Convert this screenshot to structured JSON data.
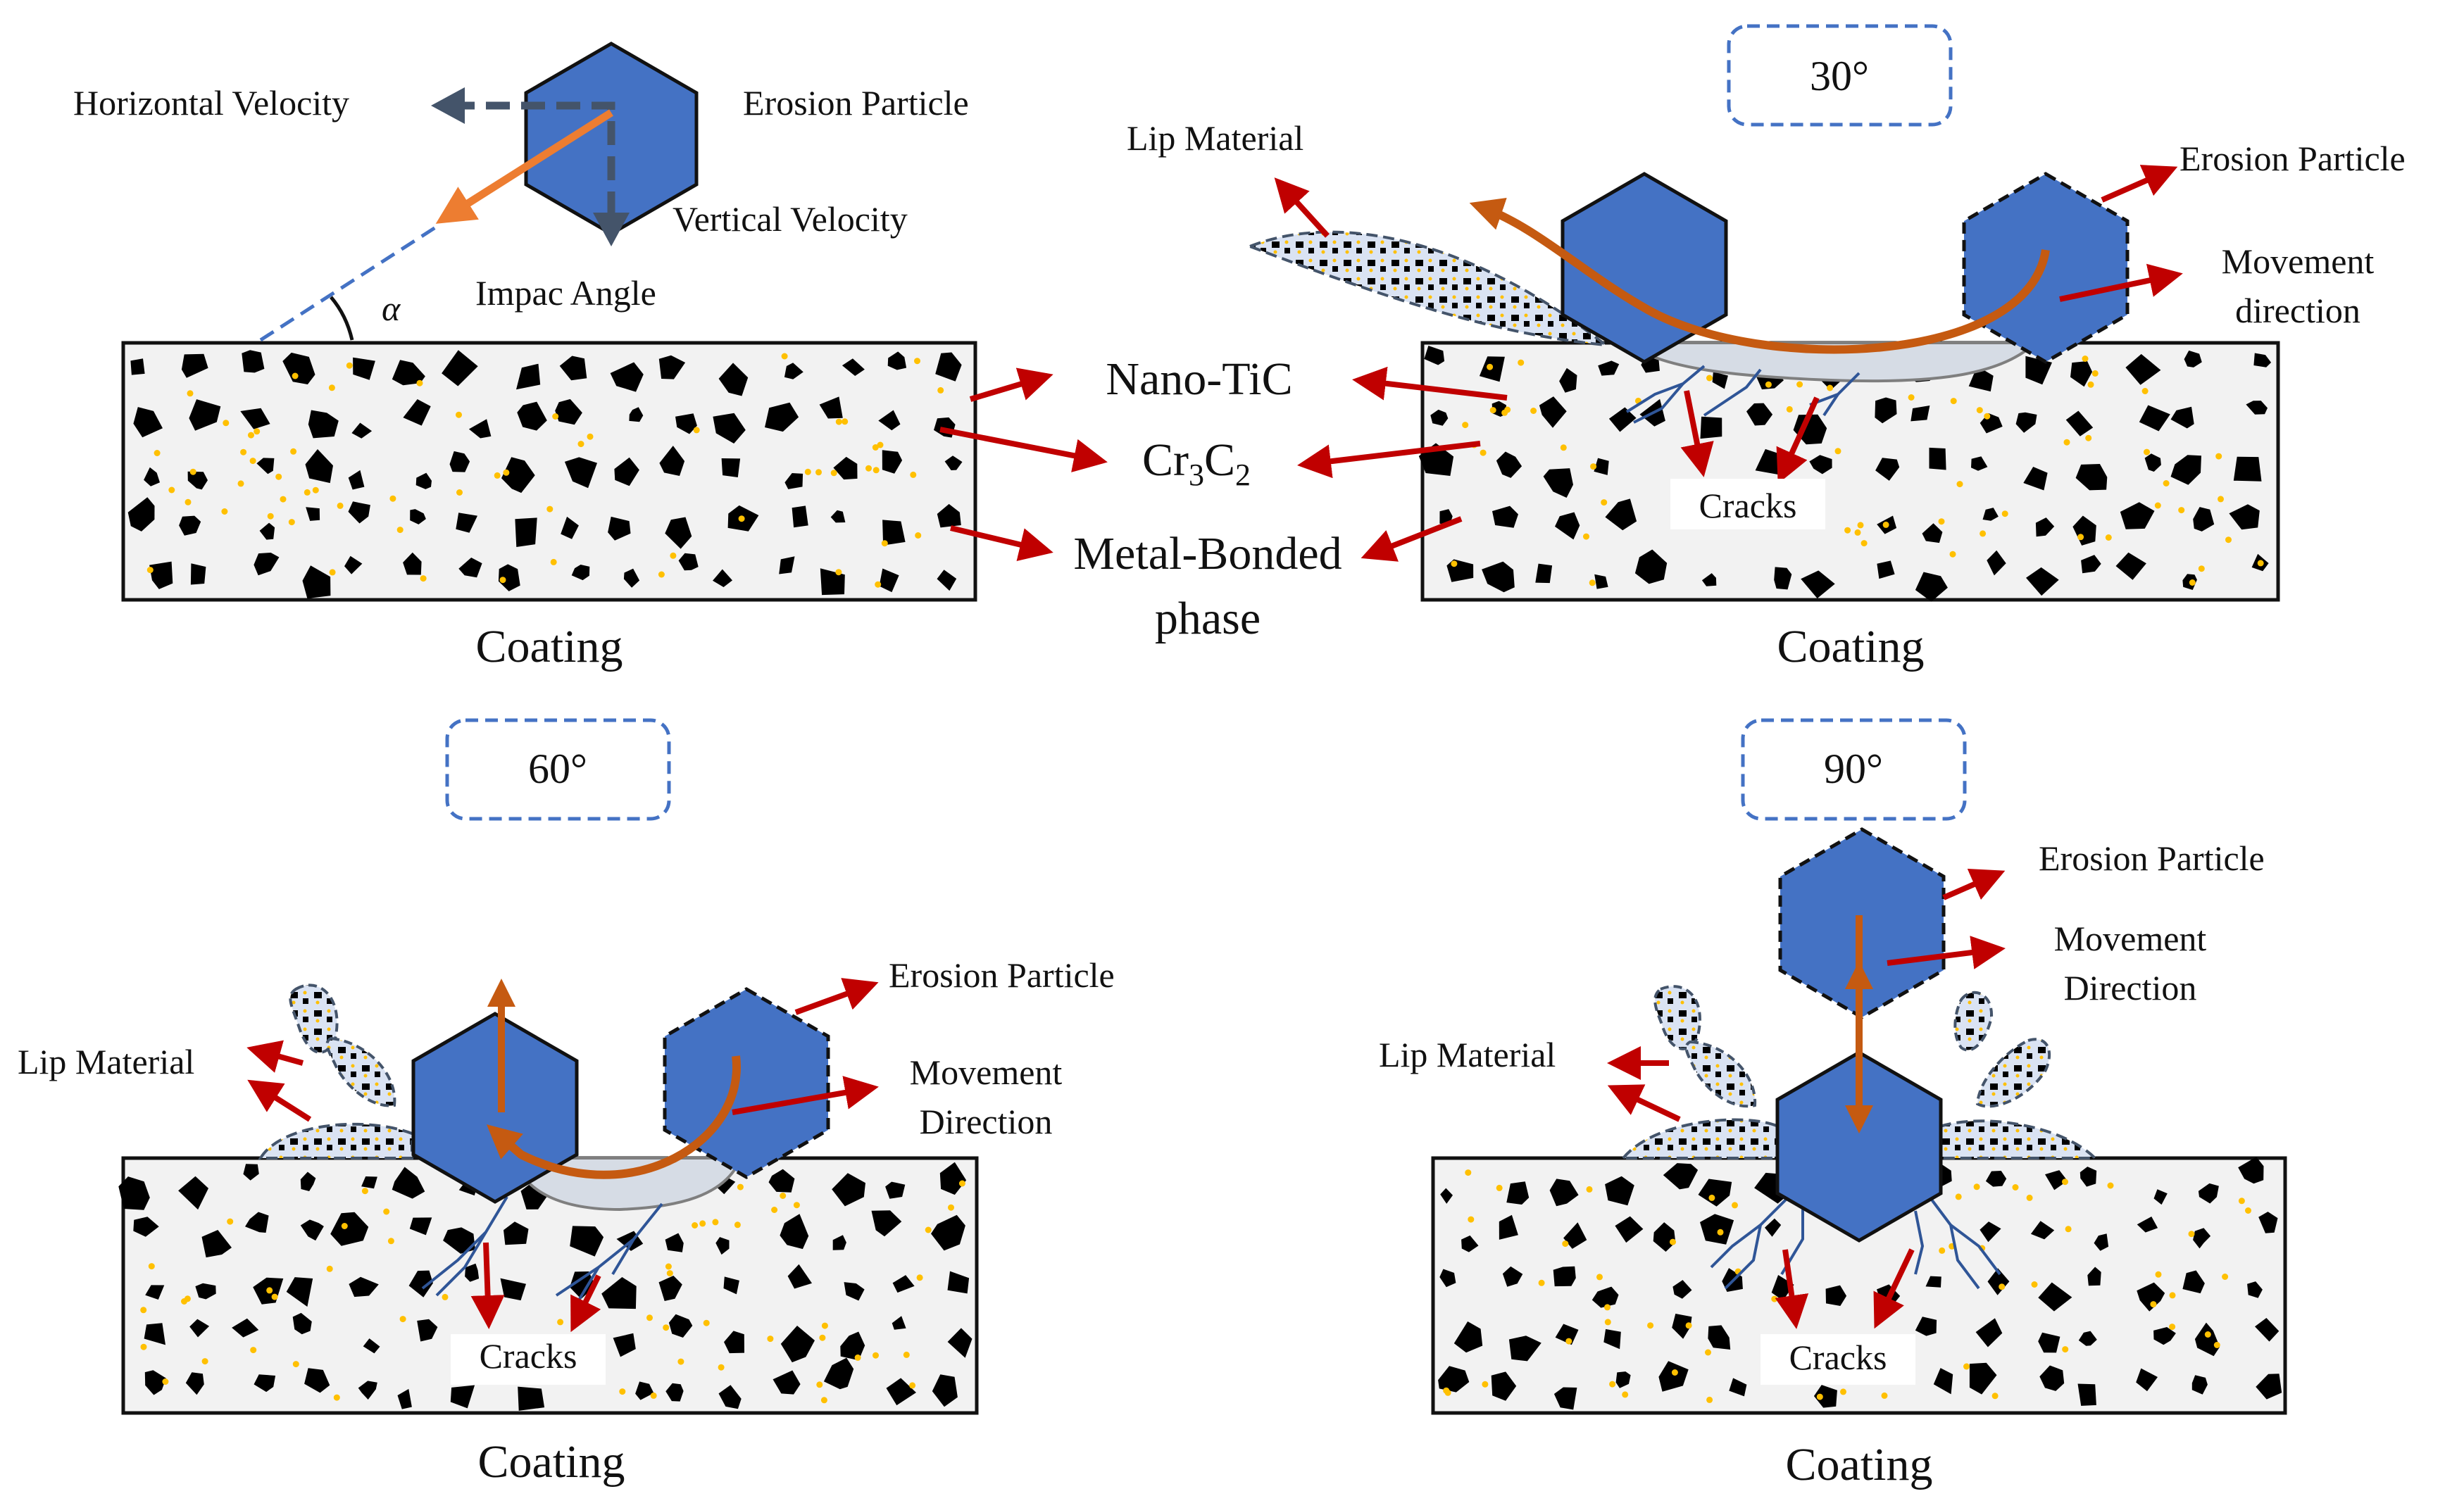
{
  "colors": {
    "particle": "#4472C4",
    "particle_stroke": "#111111",
    "label_arrow": "#C00000",
    "movement_arrow": "#C55A11",
    "velocity_arrow": "#44546A",
    "trajectory_arrow": "#ED7D31",
    "crack": "#2F5597",
    "coating_fill": "#F2F2F2",
    "carbide": "#000000",
    "nano_tic": "#FFC000",
    "lip_fill": "#DAE3F3",
    "crater_fill": "#D6DCE5",
    "angle_box_stroke": "#4472C4"
  },
  "top_left": {
    "horizontal_velocity": "Horizontal Velocity",
    "vertical_velocity": "Vertical Velocity",
    "erosion_particle": "Erosion Particle",
    "impact_angle": "Impac Angle",
    "alpha": "α",
    "coating": "Coating"
  },
  "legend": {
    "nano_tic": "Nano-TiC",
    "cr3c2_base": "Cr",
    "cr3c2_sub1": "3",
    "cr3c2_mid": "C",
    "cr3c2_sub2": "2",
    "metal_bonded_line1": "Metal-Bonded",
    "metal_bonded_line2": "phase"
  },
  "panel_30": {
    "angle": "30°",
    "lip_material": "Lip Material",
    "erosion_particle": "Erosion Particle",
    "movement_line1": "Movement",
    "movement_line2": "direction",
    "cracks": "Cracks",
    "coating": "Coating"
  },
  "panel_60": {
    "angle": "60°",
    "lip_material": "Lip Material",
    "erosion_particle": "Erosion Particle",
    "movement_line1": "Movement",
    "movement_line2": "Direction",
    "cracks": "Cracks",
    "coating": "Coating"
  },
  "panel_90": {
    "angle": "90°",
    "lip_material": "Lip Material",
    "erosion_particle": "Erosion Particle",
    "movement_line1": "Movement",
    "movement_line2": "Direction",
    "cracks": "Cracks",
    "coating": "Coating"
  }
}
